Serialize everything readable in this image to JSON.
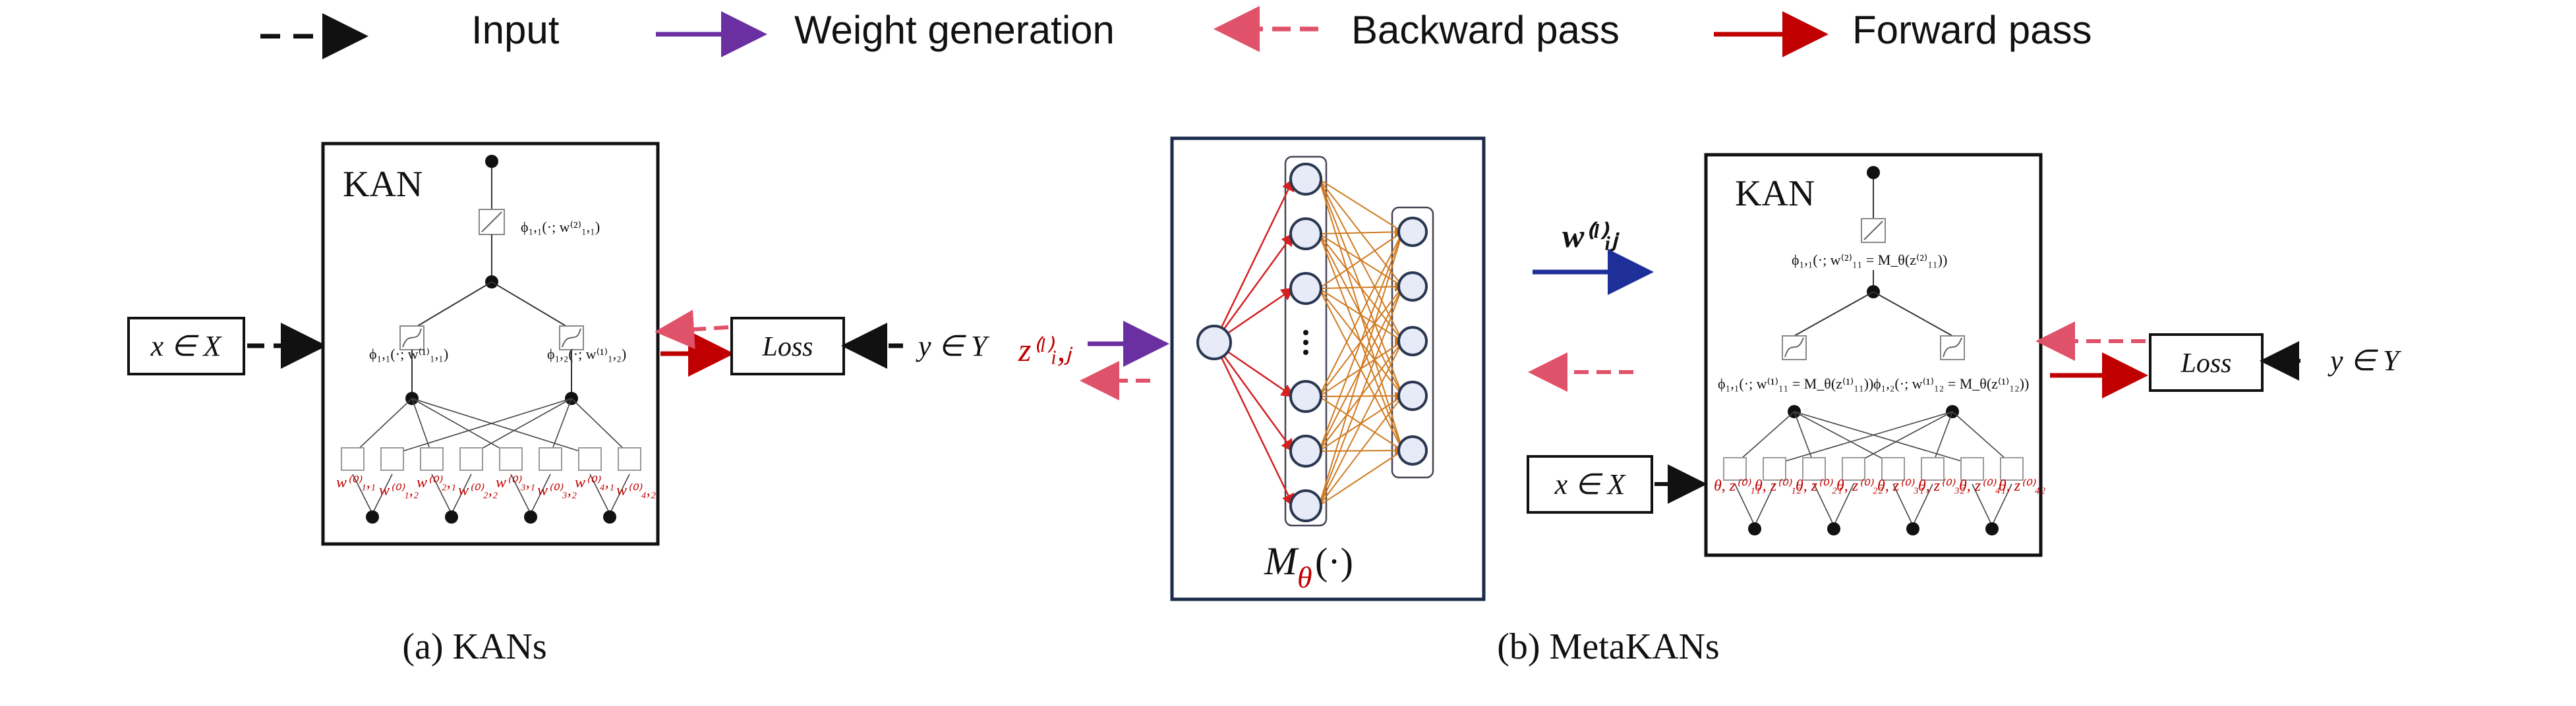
{
  "legend": {
    "input": "Input",
    "weight_generation": "Weight generation",
    "backward_pass": "Backward pass",
    "forward_pass": "Forward pass"
  },
  "colors": {
    "input_arrow": "#111111",
    "weight_arrow": "#6a2fa0",
    "backward_arrow": "#e0526a",
    "forward_arrow": "#c00000",
    "blue_arrow": "#1f2f9a",
    "mlp_edges_in": "#d42020",
    "mlp_edges_mid": "#d07a20"
  },
  "panel_a": {
    "kan_label": "KAN",
    "input_box": "x ∈ X",
    "loss_box": "Loss",
    "target": "y ∈ Y",
    "phi_top": "ϕ₁,₁(·; w⁽²⁾₁,₁)",
    "phi_left": "ϕ₁,₁(·; w⁽¹⁾₁,₁)",
    "phi_right": "ϕ₁,₂(·; w⁽¹⁾₁,₂)",
    "weights": [
      "w⁽⁰⁾₁,₁",
      "w⁽⁰⁾₁,₂",
      "w⁽⁰⁾₂,₁",
      "w⁽⁰⁾₂,₂",
      "w⁽⁰⁾₃,₁",
      "w⁽⁰⁾₃,₂",
      "w⁽⁰⁾₄,₁",
      "w⁽⁰⁾₄,₂"
    ],
    "caption": "(a) KANs"
  },
  "panel_b": {
    "z_label": "z⁽ˡ⁾ᵢ,ⱼ",
    "mlp_label": "M",
    "mlp_theta": "θ",
    "mlp_arg": "(·)",
    "w_label": "w⁽ˡ⁾ᵢⱼ",
    "kan_label": "KAN",
    "input_box": "x ∈ X",
    "loss_box": "Loss",
    "target": "y ∈ Y",
    "phi_top": "ϕ₁,₁(·; w⁽²⁾₁₁ = M_θ(z⁽²⁾₁₁))",
    "phi_left": "ϕ₁,₁(·; w⁽¹⁾₁₁ = M_θ(z⁽¹⁾₁₁))",
    "phi_right": "ϕ₁,₂(·; w⁽¹⁾₁₂ = M_θ(z⁽¹⁾₁₂))",
    "weights": [
      "θ, z⁽⁰⁾₁₁",
      "θ, z⁽⁰⁾₁₂",
      "θ, z⁽⁰⁾₂₁",
      "θ, z⁽⁰⁾₂₂",
      "θ, z⁽⁰⁾₃₁",
      "θ, z⁽⁰⁾₃₂",
      "θ, z⁽⁰⁾₄₁",
      "θ, z⁽⁰⁾₄₂"
    ],
    "caption": "(b) MetaKANs"
  }
}
